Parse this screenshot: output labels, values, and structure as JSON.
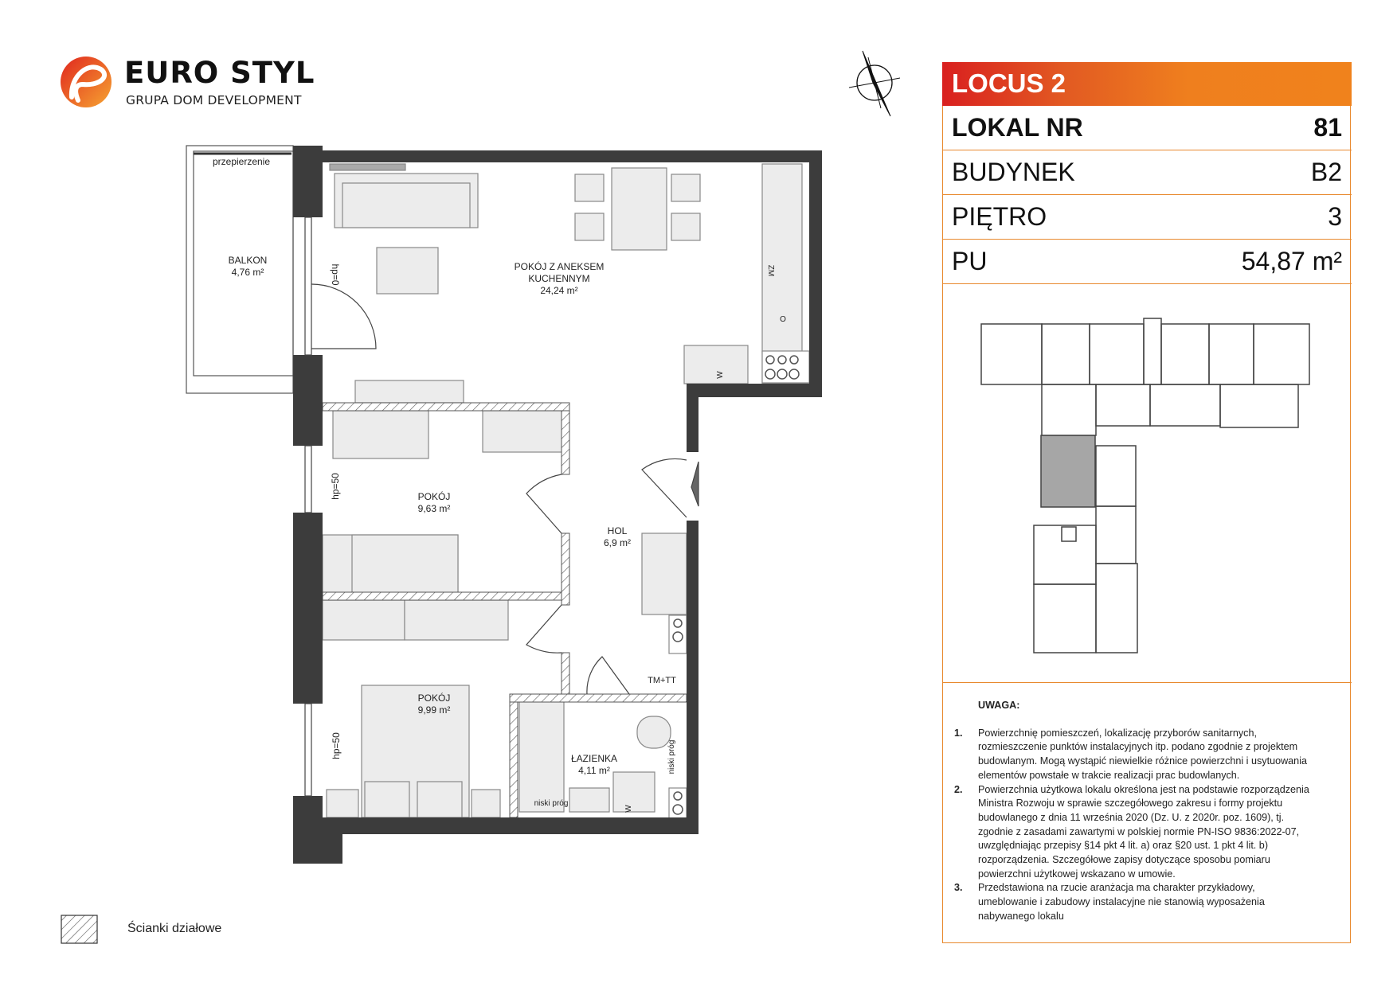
{
  "logo": {
    "title": "EURO STYL",
    "subtitle": "GRUPA DOM DEVELOPMENT"
  },
  "panel": {
    "project": "LOCUS 2",
    "rows": [
      {
        "label": "LOKAL NR",
        "value": "81"
      },
      {
        "label": "BUDYNEK",
        "value": "B2"
      },
      {
        "label": "PIĘTRO",
        "value": "3"
      },
      {
        "label": "PU",
        "value": "54,87 m²"
      }
    ]
  },
  "plan": {
    "balcony_note": "przepierzenie",
    "balcony_name": "BALKON",
    "balcony_area": "4,76 m²",
    "living_name_1": "POKÓJ Z ANEKSEM",
    "living_name_2": "KUCHENNYM",
    "living_area": "24,24 m²",
    "room1_name": "POKÓJ",
    "room1_area": "9,63 m²",
    "hall_name": "HOL",
    "hall_area": "6,9 m²",
    "room2_name": "POKÓJ",
    "room2_area": "9,99 m²",
    "bath_name": "ŁAZIENKA",
    "bath_area": "4,11 m²",
    "tm_tt": "TM+TT",
    "hp0": "hp=0",
    "hp50a": "hp=50",
    "hp50b": "hp=50",
    "zm": "ZM",
    "low_sill_1": "niski próg",
    "low_sill_2": "niski próg",
    "w1": "W",
    "w2": "W",
    "o": "O"
  },
  "notes": {
    "heading": "UWAGA:",
    "items": [
      {
        "num": "1.",
        "lines": [
          "Powierzchnię pomieszczeń, lokalizację przyborów sanitarnych,",
          "rozmieszczenie punktów instalacyjnych itp. podano zgodnie z projektem",
          "budowlanym. Mogą wystąpić niewielkie różnice powierzchni i usytuowania",
          "elementów powstałe w trakcie realizacji prac budowlanych."
        ]
      },
      {
        "num": "2.",
        "lines": [
          "Powierzchnia użytkowa lokalu określona jest na podstawie rozporządzenia",
          "Ministra Rozwoju w sprawie szczegółowego zakresu i formy projektu",
          "budowlanego z dnia 11 września 2020 (Dz. U. z 2020r. poz. 1609), tj.",
          "zgodnie z zasadami zawartymi w polskiej normie PN-ISO 9836:2022-07,",
          "uwzględniając przepisy §14 pkt 4 lit. a) oraz §20 ust. 1 pkt 4 lit. b)",
          "rozporządzenia. Szczegółowe zapisy dotyczące sposobu pomiaru",
          "powierzchni użytkowej wskazano w umowie."
        ]
      },
      {
        "num": "3.",
        "lines": [
          "Przedstawiona na rzucie aranżacja ma charakter przykładowy,",
          "umeblowanie i zabudowy instalacyjne nie stanowią wyposażenia",
          "nabywanego lokalu"
        ]
      }
    ]
  },
  "legend": {
    "partition_walls": "Ścianki działowe"
  },
  "colors": {
    "accent": "#f0821c",
    "accent_red": "#d9201f",
    "wall": "#3c3c3c",
    "furniture": "#ececec",
    "highlight": "#a6a6a6"
  }
}
